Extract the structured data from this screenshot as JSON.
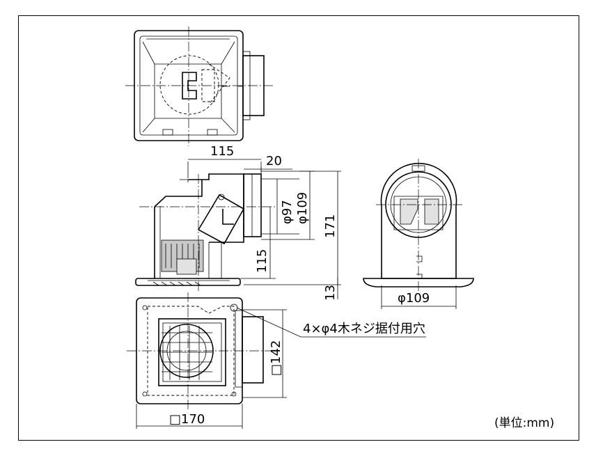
{
  "dimensions": {
    "top_width": "115",
    "top_offset": "20",
    "inner_dia": "φ97",
    "outer_dia": "φ109",
    "height": "171",
    "duct_height": "115",
    "flange": "13",
    "side_dia": "φ109",
    "depth": "□142",
    "width": "□170"
  },
  "callout": "4×φ4木ネジ据付用穴",
  "unit_note": "(単位:mm)"
}
